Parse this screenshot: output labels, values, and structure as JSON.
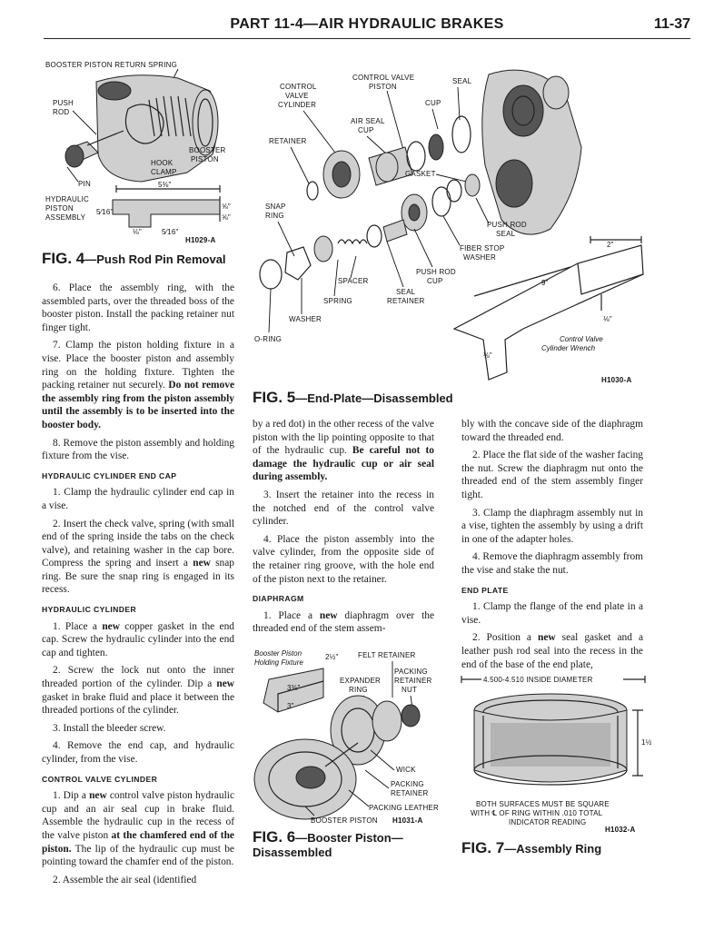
{
  "header": {
    "title": "PART 11-4—AIR HYDRAULIC BRAKES",
    "page": "11-37"
  },
  "fig4": {
    "caption_num": "FIG. 4",
    "caption_text": "—Push Rod Pin Removal",
    "code": "H1029-A",
    "labels": {
      "spring": "BOOSTER PISTON RETURN SPRING",
      "pushrod1": "PUSH",
      "pushrod2": "ROD",
      "booster1": "BOOSTER",
      "booster2": "PISTON",
      "hook1": "HOOK",
      "hook2": "CLAMP",
      "pin": "PIN",
      "hyd1": "HYDRAULIC",
      "hyd2": "PISTON",
      "hyd3": "ASSEMBLY",
      "d1": "5⅜\"",
      "d2": "⅝\"",
      "d3": "⅝\"",
      "d4": "⅛\"",
      "d5": "5⁄16\"",
      "d6": "5⁄16\""
    }
  },
  "fig5": {
    "caption_num": "FIG. 5",
    "caption_text": "—End-Plate—Disassembled",
    "code": "H1030-A",
    "labels": {
      "cvp1": "CONTROL VALVE",
      "cvp2": "PISTON",
      "seal": "SEAL",
      "cvc1": "CONTROL",
      "cvc2": "VALVE",
      "cvc3": "CYLINDER",
      "cup": "CUP",
      "air1": "AIR SEAL",
      "air2": "CUP",
      "retainer": "RETAINER",
      "gasket": "GASKET",
      "snap1": "SNAP",
      "snap2": "RING",
      "prs1": "PUSH ROD",
      "prs2": "SEAL",
      "fiber1": "FIBER STOP",
      "fiber2": "WASHER",
      "prc1": "PUSH ROD",
      "prc2": "CUP",
      "spacer": "SPACER",
      "sealret1": "SEAL",
      "sealret2": "RETAINER",
      "spring": "SPRING",
      "washer": "WASHER",
      "oring": "O-RING",
      "d2in": "2\"",
      "d9in": "9\"",
      "d18a": "⅛\"",
      "d18b": "⅛\"",
      "wrench1": "Control Valve",
      "wrench2": "Cylinder Wrench"
    }
  },
  "fig6": {
    "caption_num": "FIG. 6",
    "caption_text": "—Booster Piston—",
    "caption_text2": "Disassembled",
    "code": "H1031-A",
    "labels": {
      "fix1": "Booster Piston",
      "fix2": "Holding Fixture",
      "d212": "2½\"",
      "felt": "FELT RETAINER",
      "pack1": "PACKING",
      "pack2": "RETAINER",
      "pack3": "NUT",
      "exp1": "EXPANDER",
      "exp2": "RING",
      "d338": "3⅜\"",
      "d3": "3\"",
      "wick": "WICK",
      "pr1": "PACKING",
      "pr2": "RETAINER",
      "leather": "PACKING LEATHER",
      "bp": "BOOSTER PISTON"
    }
  },
  "fig7": {
    "caption_num": "FIG. 7",
    "caption_text": "—Assembly Ring",
    "code": "H1032-A",
    "labels": {
      "diam": "4.500-4.510 INSIDE DIAMETER",
      "d112": "1½\"",
      "note1": "BOTH SURFACES MUST BE SQUARE",
      "note2": "WITH ℄ OF RING WITHIN .010 TOTAL",
      "note3": "INDICATOR READING"
    }
  },
  "col1": {
    "p6": "6. Place the assembly ring, with the assembled parts, over the threaded boss of the booster piston. Install the packing retainer nut finger tight.",
    "p7a": "7. Clamp the piston holding fixture in a vise. Place the booster piston and assembly ring on the holding fixture. Tighten the packing retainer nut securely. ",
    "p7b": "Do not remove the assembly ring from the piston assembly until the assembly is to be inserted into the booster body.",
    "p8": "8. Remove the piston assembly and holding fixture from the vise.",
    "h1": "HYDRAULIC CYLINDER END CAP",
    "c1": "1. Clamp the hydraulic cylinder end cap in a vise.",
    "c2a": "2. Insert the check valve, spring (with small end of the spring inside the tabs on the check valve), and retaining washer in the cap bore. Compress the spring and insert a ",
    "c2b": "new",
    "c2c": " snap ring. Be sure the snap ring is engaged in its recess.",
    "h2": "HYDRAULIC CYLINDER",
    "d1a": "1. Place a ",
    "d1b": "new",
    "d1c": " copper gasket in the end cap. Screw the hydraulic cylinder into the end cap and tighten.",
    "d2a": "2. Screw the lock nut onto the inner threaded portion of the cylinder. Dip a ",
    "d2b": "new",
    "d2c": " gasket in brake fluid and place it between the threaded portions of the cylinder.",
    "d3": "3. Install the bleeder screw.",
    "d4": "4. Remove the end cap, and hydraulic cylinder, from the vise.",
    "h3": "CONTROL VALVE CYLINDER",
    "e1a": "1. Dip a ",
    "e1b": "new",
    "e1c": " control valve piston hydraulic cup and an air seal cup in brake fluid. Assemble the hydraulic cup in the recess of the valve piston ",
    "e1d": "at the chamfered end of the piston.",
    "e1e": " The lip of the hydraulic cup must be pointing toward the chamfer end of the piston.",
    "e2": "2. Assemble the air seal (identified"
  },
  "col2": {
    "p1a": "by a red dot) in the other recess of the valve piston with the lip pointing opposite to that of the hydraulic cup. ",
    "p1b": "Be careful not to damage the hydraulic cup or air seal during assembly.",
    "p3": "3. Insert the retainer into the recess in the notched end of the control valve cylinder.",
    "p4": "4. Place the piston assembly into the valve cylinder, from the opposite side of the retainer ring groove, with the hole end of the piston next to the retainer.",
    "h1": "DIAPHRAGM",
    "q1a": "1. Place a ",
    "q1b": "new",
    "q1c": " diaphragm over the threaded end of the stem assem-"
  },
  "col3": {
    "p0": "bly with the concave side of the diaphragm toward the threaded end.",
    "p2": "2. Place the flat side of the washer facing the nut. Screw the diaphragm nut onto the threaded end of the stem assembly finger tight.",
    "p3": "3. Clamp the diaphragm assembly nut in a vise, tighten the assembly by using a drift in one of the adapter holes.",
    "p4": "4. Remove the diaphragm assembly from the vise and stake the nut.",
    "h1": "END PLATE",
    "q1": "1. Clamp the flange of the end plate in a vise.",
    "q2a": "2. Position a ",
    "q2b": "new",
    "q2c": " seal gasket and a leather push rod seal into the recess in the end of the base of the end plate,"
  }
}
